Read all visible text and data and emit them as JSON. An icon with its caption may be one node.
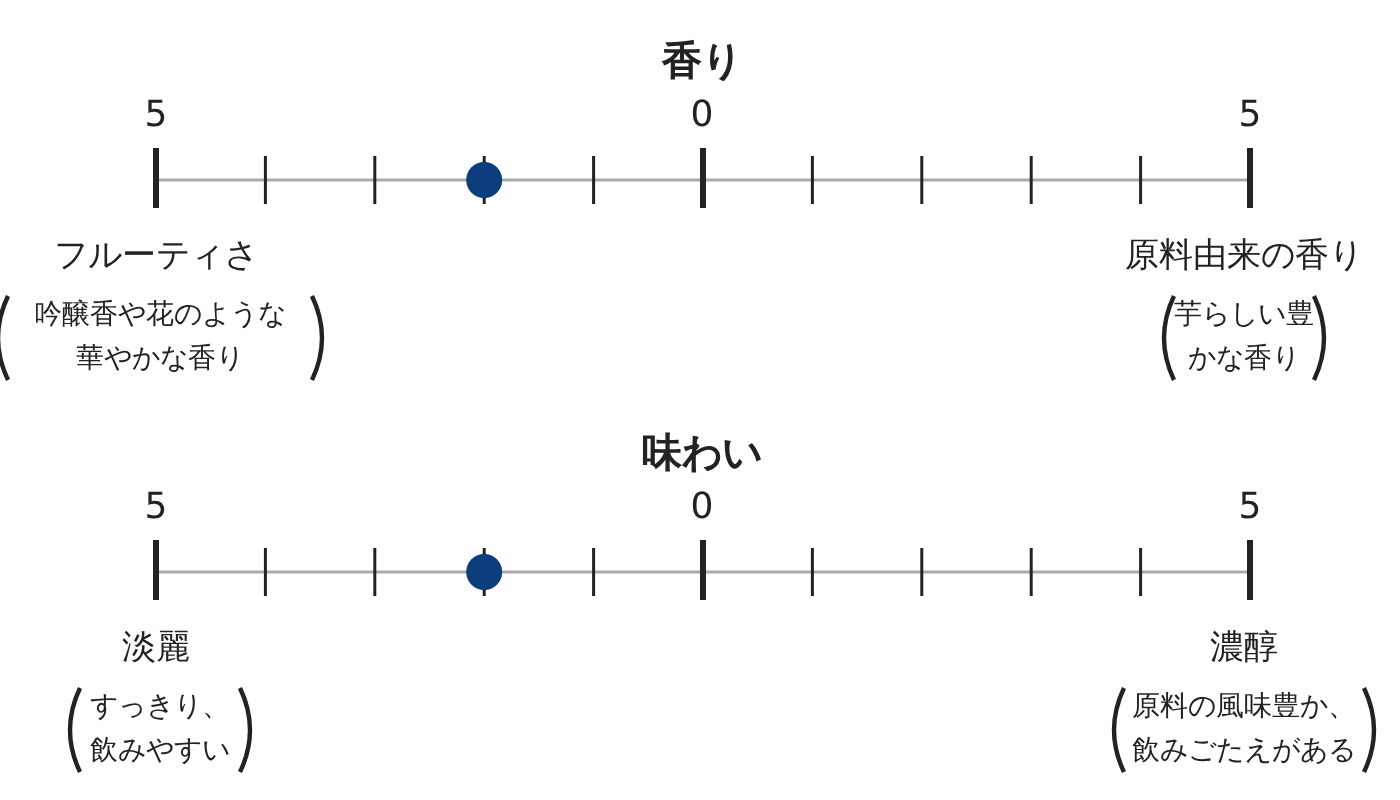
{
  "diagram": {
    "labels": [
      "香り",
      "5",
      "0",
      "5",
      "フルーティさ",
      "原料由来の香り",
      "吟醸香や花のような華やかな香り",
      "芋らしい豊かな香り",
      "味わい",
      "5",
      "0",
      "5",
      "淡麗",
      "濃醇",
      "すっきり、飲みやすい",
      "原料の風味豊か、飲みごたえがある"
    ]
  }
}
